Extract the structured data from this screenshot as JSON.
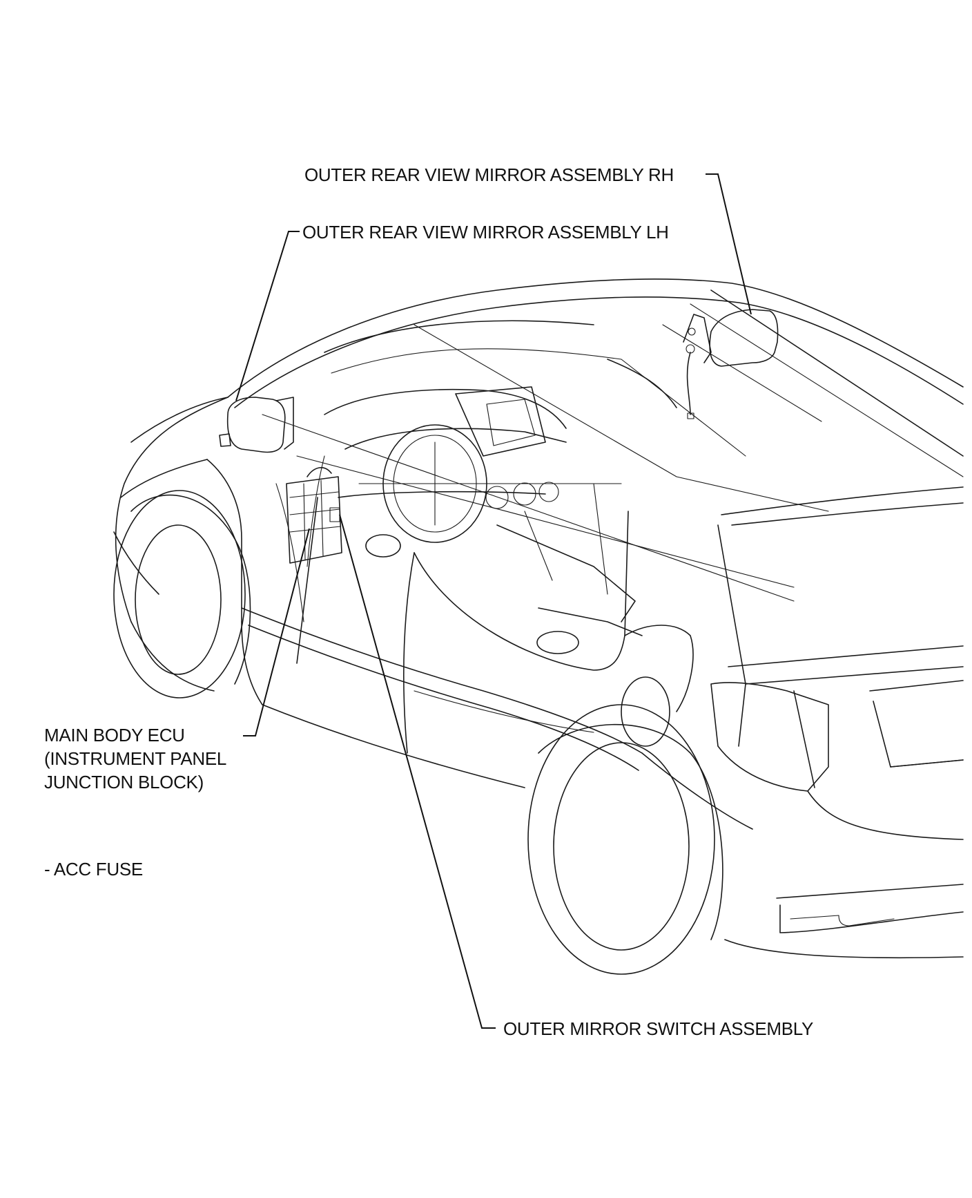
{
  "labels": {
    "mirror_rh": "OUTER REAR VIEW MIRROR ASSEMBLY RH",
    "mirror_lh": "OUTER REAR VIEW MIRROR ASSEMBLY LH",
    "main_body_ecu": {
      "line1": "MAIN BODY ECU",
      "line2": "(INSTRUMENT PANEL",
      "line3": "JUNCTION BLOCK)"
    },
    "acc_fuse": "- ACC FUSE",
    "mirror_switch": "OUTER MIRROR SWITCH ASSEMBLY"
  },
  "colors": {
    "line": "#1a1a1a",
    "background": "#ffffff",
    "text": "#111111"
  }
}
